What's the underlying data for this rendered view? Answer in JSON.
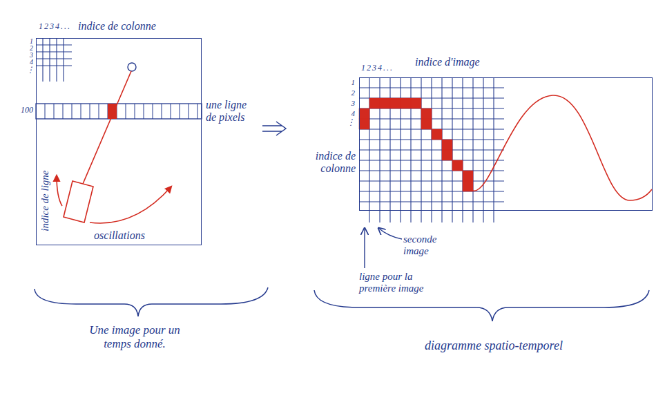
{
  "diagram": {
    "nodes": [
      {
        "text": [
          "indice de colonne",
          "indice de ligne",
          "oscillations"
        ]
      },
      {
        "text": [
          "indice d'image",
          "indice de colonne"
        ]
      }
    ],
    "labels": [
      "1234...",
      "1",
      "2",
      "3",
      "4",
      "⋮",
      "100",
      "une ligne de pixels",
      "Une image pour un temps donné.",
      "1234...",
      "1",
      "2",
      "3",
      "4",
      "⋮",
      "seconde image",
      "ligne pour la première image",
      "diagramme spatio-temporel"
    ]
  }
}
